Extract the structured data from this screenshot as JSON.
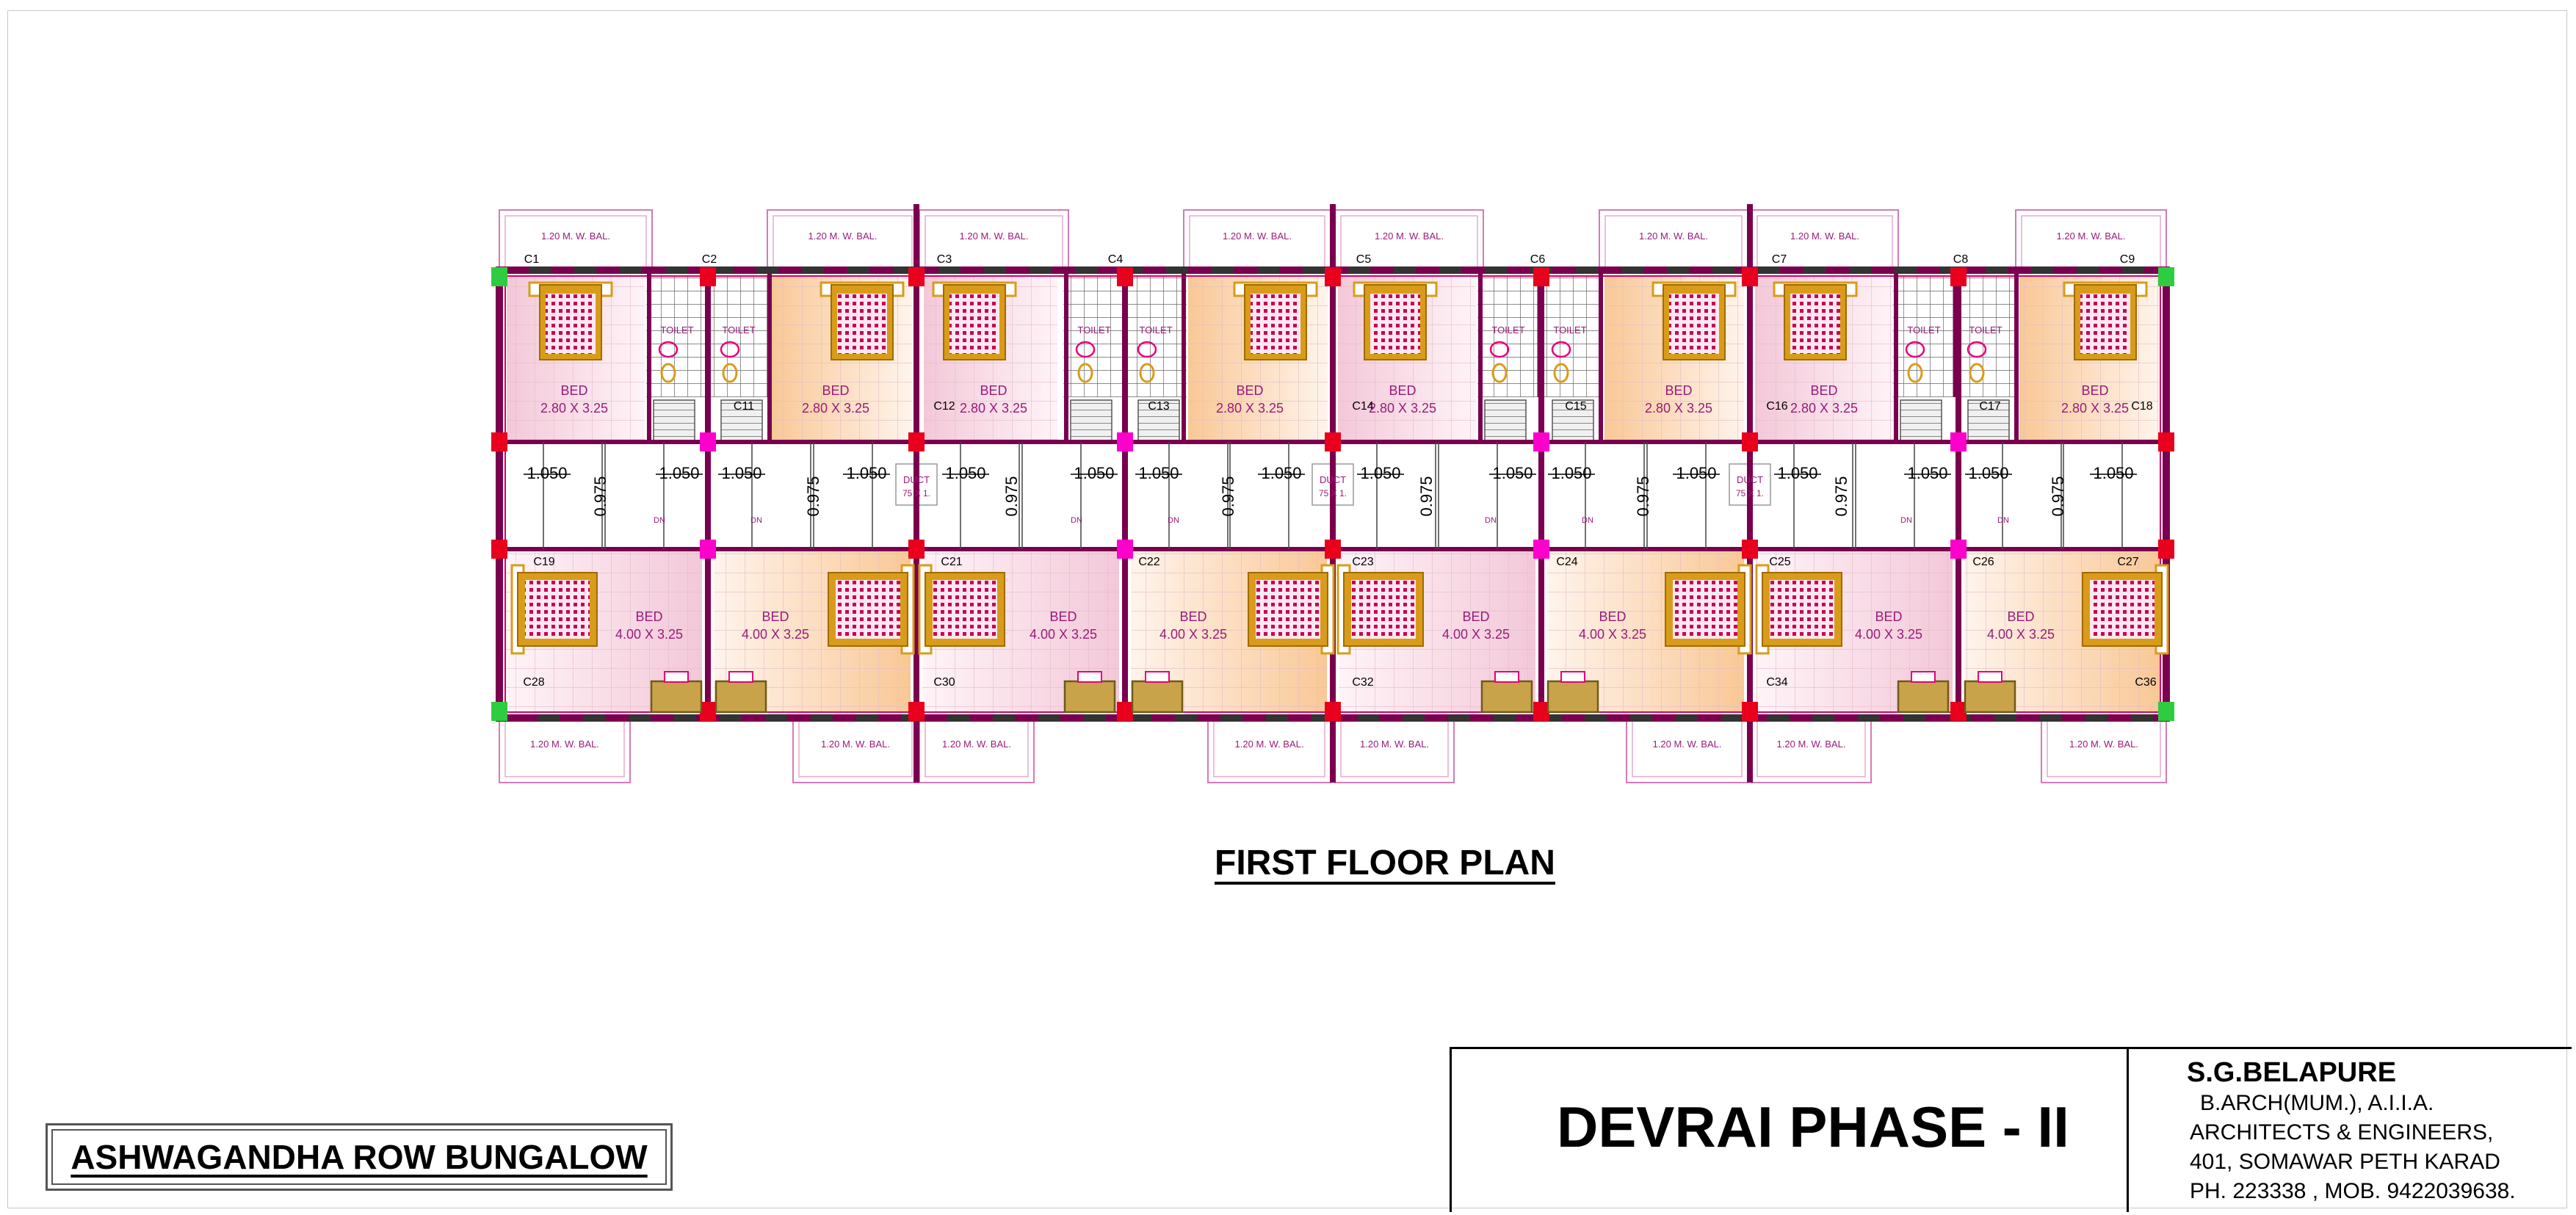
{
  "drawing": {
    "plan_title": "FIRST FLOOR PLAN",
    "project_name": "ASHWAGANDHA ROW BUNGALOW",
    "scheme_name": "DEVRAI PHASE - II",
    "firm": {
      "name": "S.G.BELAPURE",
      "lines": [
        "B.ARCH(MUM.), A.I.I.A.",
        "ARCHITECTS & ENGINEERS,",
        "401, SOMAWAR PETH KARAD",
        "PH. 223338 , MOB. 9422039638."
      ]
    }
  },
  "plan": {
    "balcony_label": "1.20 M. W. BAL.",
    "bed_label": "BED",
    "top_bed_size": "2.80 X 3.25",
    "bottom_bed_size": "4.00 X 3.25",
    "toilet_label": "TOILET",
    "duct_label": "DUCT",
    "duct_size": "75 X 1.",
    "stair_label": "DN",
    "dim_a": "1.050",
    "dim_b": "0.975",
    "top_columns": [
      "C1",
      "C2",
      "C3",
      "C4",
      "C5",
      "C6",
      "C7",
      "C8",
      "C9"
    ],
    "mid_columns": [
      "C11",
      "C12",
      "C13",
      "C14",
      "C15",
      "C16",
      "C17",
      "C18"
    ],
    "lower_columns": [
      "C19",
      "C21",
      "C22",
      "C23",
      "C24",
      "C25",
      "C26",
      "C27"
    ],
    "bottom_columns": [
      "C28",
      "C30",
      "C32",
      "C34",
      "C36"
    ]
  },
  "colors": {
    "wall": "#7a004f",
    "wall_accent": "#d4006c",
    "column_red": "#e8001c",
    "column_magenta": "#ff00cc",
    "column_green": "#2ecc40",
    "floor_pink": "#f6dbe6",
    "floor_orange": "#fbd9b5",
    "label": "#9a1a7a",
    "bed_gold": "#d89c1a",
    "bed_red": "#c8004f"
  }
}
